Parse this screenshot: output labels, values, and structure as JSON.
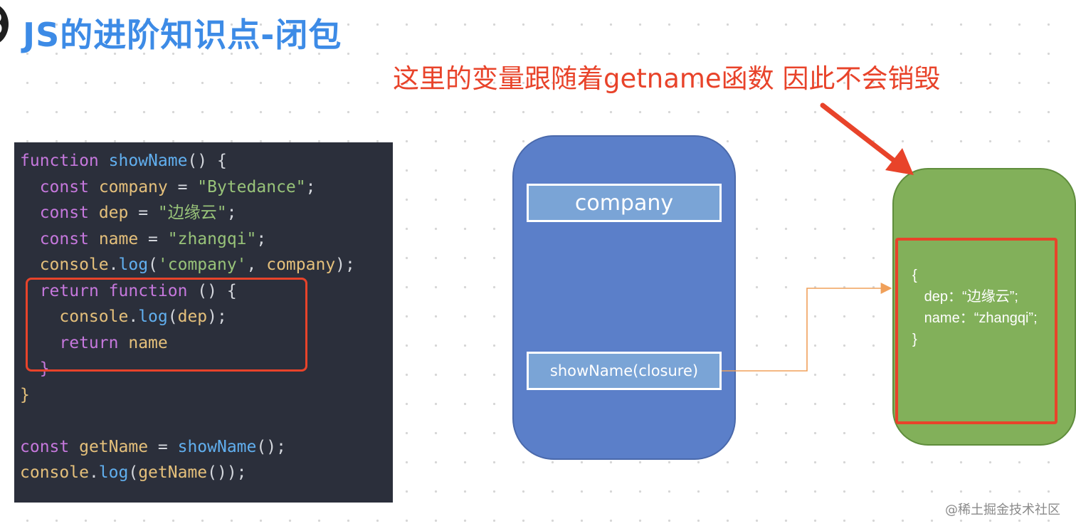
{
  "slide": {
    "section_number": "3",
    "title": "JS的进阶知识点-闭包",
    "annotation": "这里的变量跟随着getname函数 因此不会销毁",
    "watermark": "@稀土掘金技术社区"
  },
  "code": {
    "lines": [
      [
        {
          "t": "function",
          "c": "k"
        },
        {
          "t": " ",
          "c": "p"
        },
        {
          "t": "showName",
          "c": "f"
        },
        {
          "t": "() {",
          "c": "p"
        }
      ],
      [
        {
          "t": "  ",
          "c": "p"
        },
        {
          "t": "const",
          "c": "k"
        },
        {
          "t": " ",
          "c": "p"
        },
        {
          "t": "company",
          "c": "v"
        },
        {
          "t": " = ",
          "c": "p"
        },
        {
          "t": "\"Bytedance\"",
          "c": "s"
        },
        {
          "t": ";",
          "c": "p"
        }
      ],
      [
        {
          "t": "  ",
          "c": "p"
        },
        {
          "t": "const",
          "c": "k"
        },
        {
          "t": " ",
          "c": "p"
        },
        {
          "t": "dep",
          "c": "v"
        },
        {
          "t": " = ",
          "c": "p"
        },
        {
          "t": "\"边缘云\"",
          "c": "s"
        },
        {
          "t": ";",
          "c": "p"
        }
      ],
      [
        {
          "t": "  ",
          "c": "p"
        },
        {
          "t": "const",
          "c": "k"
        },
        {
          "t": " ",
          "c": "p"
        },
        {
          "t": "name",
          "c": "v"
        },
        {
          "t": " = ",
          "c": "p"
        },
        {
          "t": "\"zhangqi\"",
          "c": "s"
        },
        {
          "t": ";",
          "c": "p"
        }
      ],
      [
        {
          "t": "  ",
          "c": "p"
        },
        {
          "t": "console",
          "c": "v"
        },
        {
          "t": ".",
          "c": "p"
        },
        {
          "t": "log",
          "c": "f"
        },
        {
          "t": "(",
          "c": "p"
        },
        {
          "t": "'company'",
          "c": "s"
        },
        {
          "t": ", ",
          "c": "p"
        },
        {
          "t": "company",
          "c": "v"
        },
        {
          "t": ");",
          "c": "p"
        }
      ],
      [
        {
          "t": "  ",
          "c": "p"
        },
        {
          "t": "return",
          "c": "k"
        },
        {
          "t": " ",
          "c": "p"
        },
        {
          "t": "function",
          "c": "k"
        },
        {
          "t": " () {",
          "c": "p"
        }
      ],
      [
        {
          "t": "    ",
          "c": "p"
        },
        {
          "t": "console",
          "c": "v"
        },
        {
          "t": ".",
          "c": "p"
        },
        {
          "t": "log",
          "c": "f"
        },
        {
          "t": "(",
          "c": "p"
        },
        {
          "t": "dep",
          "c": "v"
        },
        {
          "t": ");",
          "c": "p"
        }
      ],
      [
        {
          "t": "    ",
          "c": "p"
        },
        {
          "t": "return",
          "c": "k"
        },
        {
          "t": " ",
          "c": "p"
        },
        {
          "t": "name",
          "c": "v"
        }
      ],
      [
        {
          "t": "  ",
          "c": "p"
        },
        {
          "t": "}",
          "c": "k"
        }
      ],
      [
        {
          "t": "}",
          "c": "b"
        }
      ],
      [],
      [
        {
          "t": "const",
          "c": "k"
        },
        {
          "t": " ",
          "c": "p"
        },
        {
          "t": "getName",
          "c": "v"
        },
        {
          "t": " = ",
          "c": "p"
        },
        {
          "t": "showName",
          "c": "f"
        },
        {
          "t": "();",
          "c": "p"
        }
      ],
      [
        {
          "t": "console",
          "c": "v"
        },
        {
          "t": ".",
          "c": "p"
        },
        {
          "t": "log",
          "c": "f"
        },
        {
          "t": "(",
          "c": "p"
        },
        {
          "t": "getName",
          "c": "v"
        },
        {
          "t": "());",
          "c": "p"
        }
      ]
    ]
  },
  "diagram": {
    "scope_var_label": "company",
    "closure_label": "showName(closure)",
    "closure_content": "{\n   dep：“边缘云”;\n   name：“zhangqi”;\n}"
  },
  "colors": {
    "title": "#3d8be6",
    "annotation": "#e8432a",
    "scope_fill": "#5b7fc9",
    "closure_fill": "#82b05a",
    "connector": "#f0a05a"
  }
}
